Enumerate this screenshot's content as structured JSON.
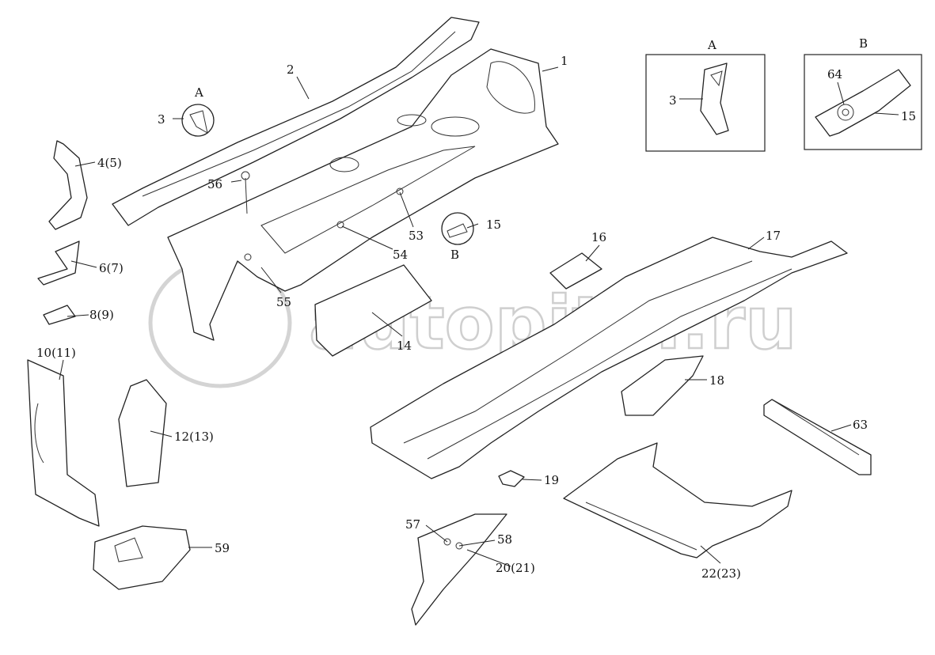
{
  "watermark": "autopiter.ru",
  "callouts": {
    "p1": "1",
    "p2": "2",
    "p3": "3",
    "viewA": "A",
    "p4_5": "4(5)",
    "p56": "56",
    "p6_7": "6(7)",
    "p8_9": "8(9)",
    "p10_11": "10(11)",
    "p12_13": "12(13)",
    "p55": "55",
    "p54": "54",
    "p53": "53",
    "p15": "15",
    "viewB": "B",
    "p14": "14",
    "p16": "16",
    "p17": "17",
    "p18": "18",
    "p63": "63",
    "p19": "19",
    "p57": "57",
    "p58": "58",
    "p20_21": "20(21)",
    "p22_23": "22(23)",
    "p59": "59"
  },
  "inset_a": {
    "title": "A",
    "part": "3"
  },
  "inset_b": {
    "title": "B",
    "part64": "64",
    "part15": "15"
  }
}
